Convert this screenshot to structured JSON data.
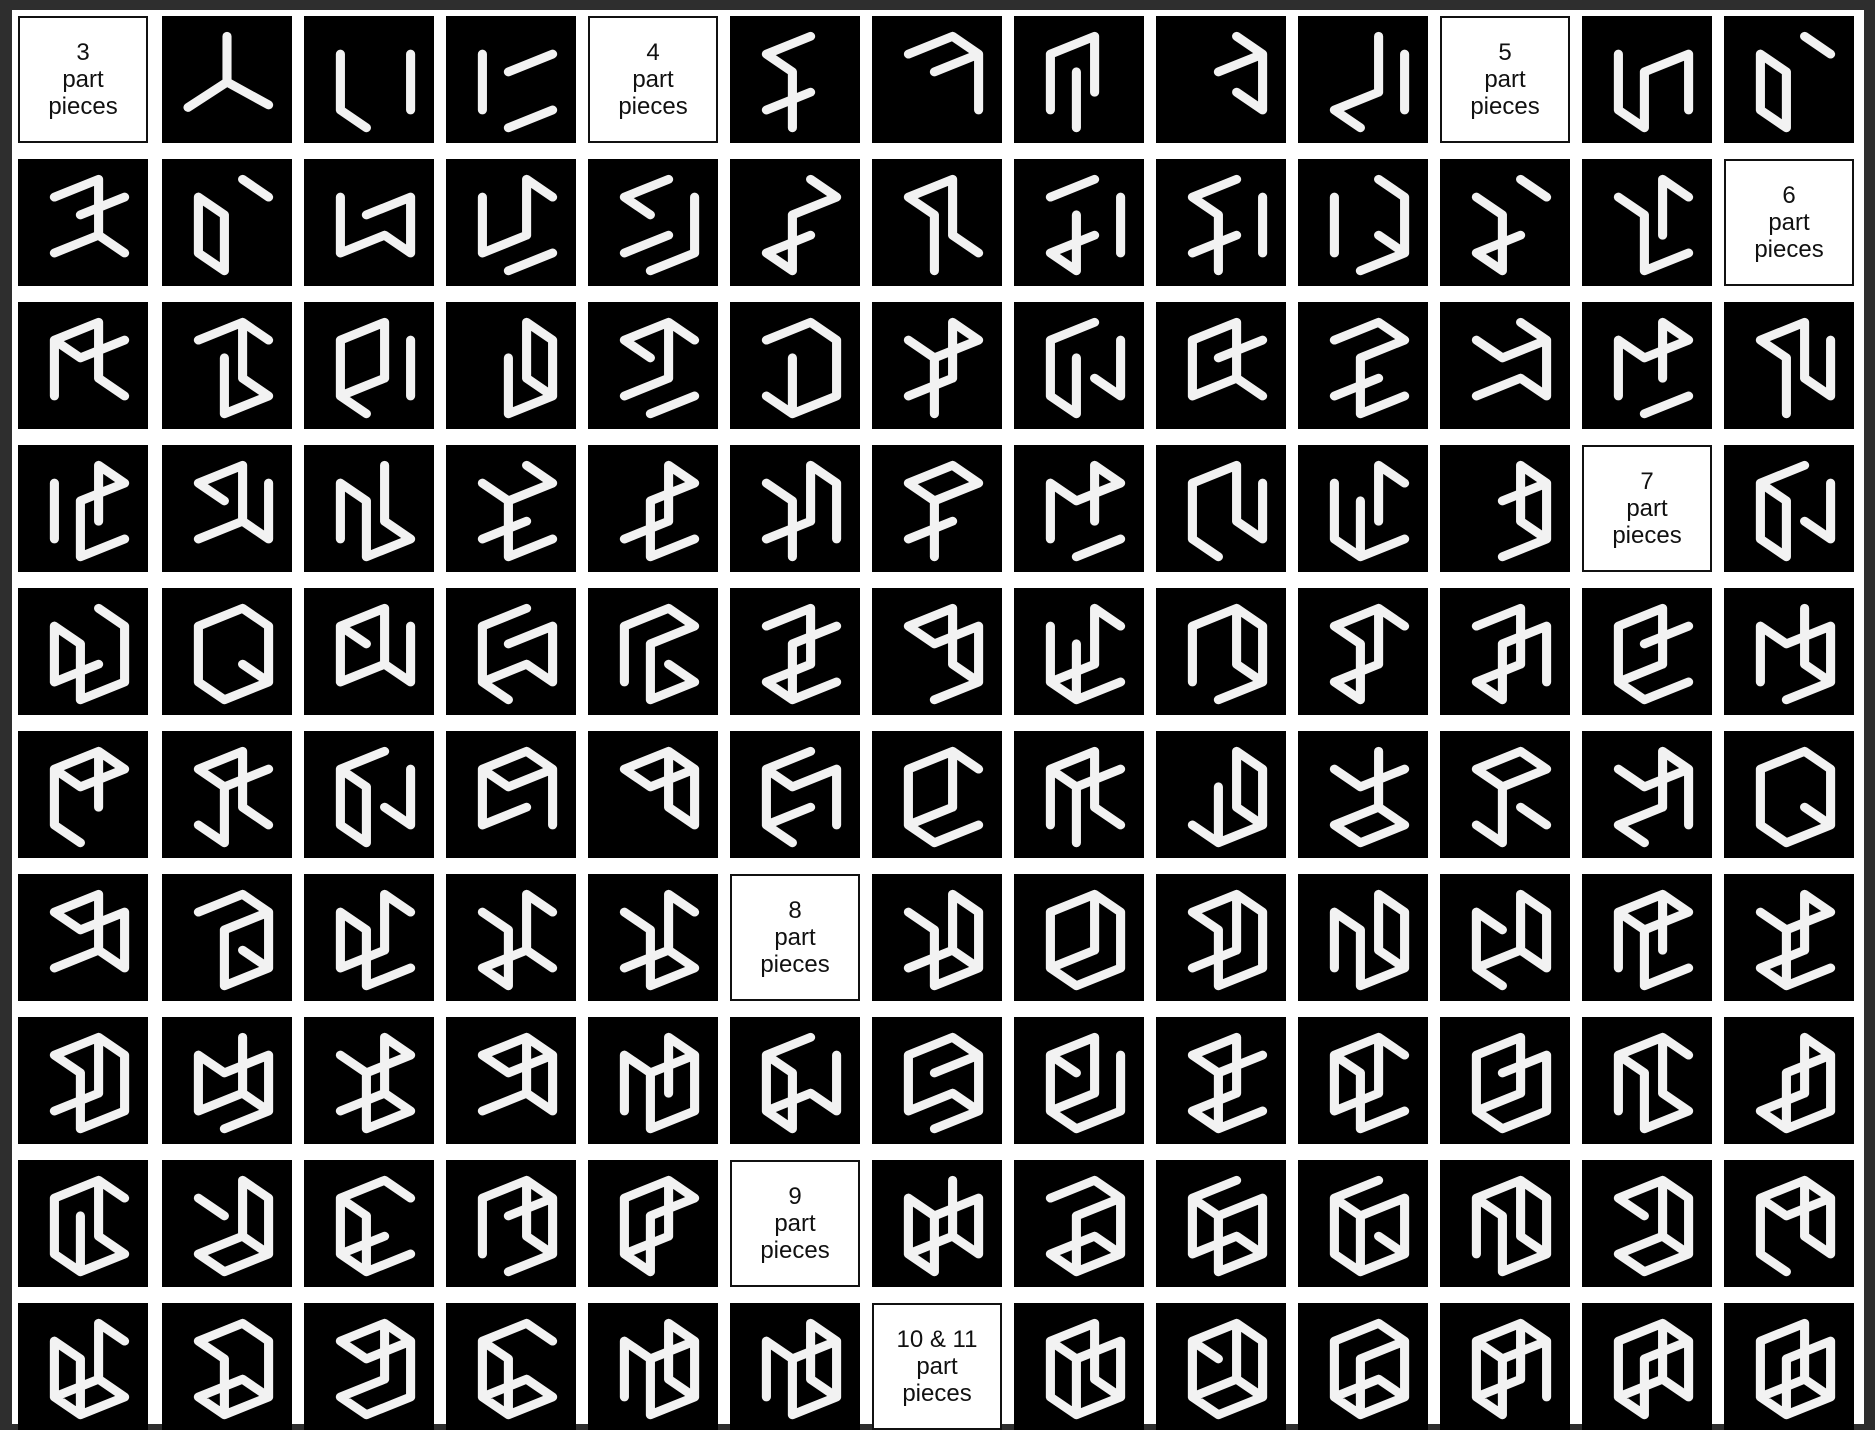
{
  "colors": {
    "cell_background": "#000000",
    "sculpture_line": "#f2f2f2",
    "label_background": "#ffffff",
    "sheet_background": "#ffffff"
  },
  "labels": {
    "p3": {
      "number": "3",
      "word1": "part",
      "word2": "pieces"
    },
    "p4": {
      "number": "4",
      "word1": "part",
      "word2": "pieces"
    },
    "p5": {
      "number": "5",
      "word1": "part",
      "word2": "pieces"
    },
    "p6": {
      "number": "6",
      "word1": "part",
      "word2": "pieces"
    },
    "p7": {
      "number": "7",
      "word1": "part",
      "word2": "pieces"
    },
    "p8": {
      "number": "8",
      "word1": "part",
      "word2": "pieces"
    },
    "p9": {
      "number": "9",
      "word1": "part",
      "word2": "pieces"
    },
    "p10": {
      "number": "10 & 11",
      "word1": "part",
      "word2": "pieces"
    }
  },
  "grid": {
    "rows": [
      [
        "L:p3",
        "S",
        "S",
        "S",
        "L:p4",
        "S",
        "S",
        "S",
        "S",
        "S",
        "L:p5",
        "S",
        "S"
      ],
      [
        "S",
        "S",
        "S",
        "S",
        "S",
        "S",
        "S",
        "S",
        "S",
        "S",
        "S",
        "S",
        "L:p6"
      ],
      [
        "S",
        "S",
        "S",
        "S",
        "S",
        "S",
        "S",
        "S",
        "S",
        "S",
        "S",
        "S",
        "S"
      ],
      [
        "S",
        "S",
        "S",
        "S",
        "S",
        "S",
        "S",
        "S",
        "S",
        "S",
        "S",
        "L:p7",
        "S"
      ],
      [
        "S",
        "S",
        "S",
        "S",
        "S",
        "S",
        "S",
        "S",
        "S",
        "S",
        "S",
        "S",
        "S"
      ],
      [
        "S",
        "S",
        "S",
        "S",
        "S",
        "S",
        "S",
        "S",
        "S",
        "S",
        "S",
        "S",
        "S"
      ],
      [
        "S",
        "S",
        "S",
        "S",
        "S",
        "L:p8",
        "S",
        "S",
        "S",
        "S",
        "S",
        "S",
        "S"
      ],
      [
        "S",
        "S",
        "S",
        "S",
        "S",
        "S",
        "S",
        "S",
        "S",
        "S",
        "S",
        "S",
        "S"
      ],
      [
        "S",
        "S",
        "S",
        "S",
        "S",
        "L:p9",
        "S",
        "S",
        "S",
        "S",
        "S",
        "S",
        "S"
      ],
      [
        "S",
        "S",
        "S",
        "S",
        "S",
        "S",
        "L:p10",
        "S",
        "S",
        "S",
        "S",
        "S",
        "S"
      ]
    ]
  }
}
